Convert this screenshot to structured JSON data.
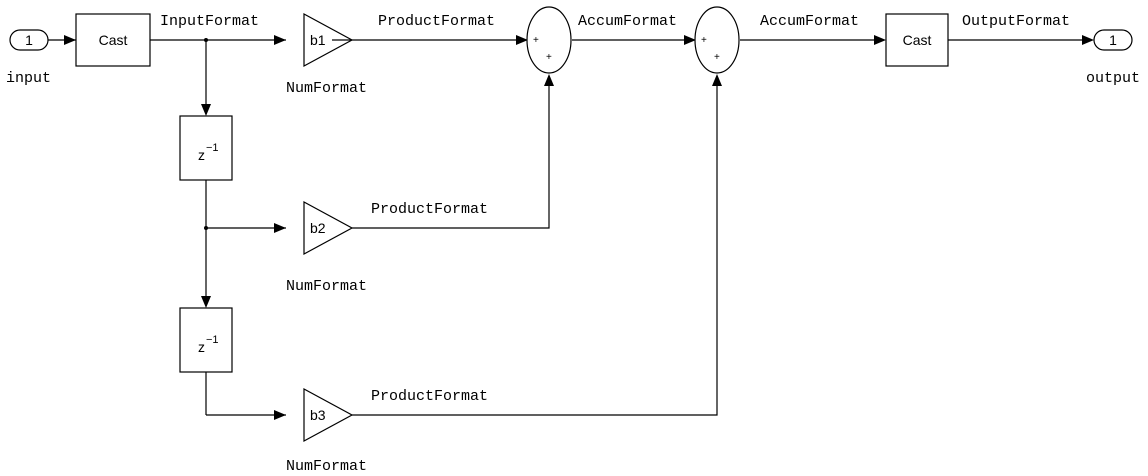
{
  "inport": {
    "number": "1",
    "label": "input"
  },
  "outport": {
    "number": "1",
    "label": "output"
  },
  "cast_in": {
    "label": "Cast"
  },
  "cast_out": {
    "label": "Cast"
  },
  "signals": {
    "input_format": "InputFormat",
    "product_format_1": "ProductFormat",
    "product_format_2": "ProductFormat",
    "product_format_3": "ProductFormat",
    "accum_format_1": "AccumFormat",
    "accum_format_2": "AccumFormat",
    "output_format": "OutputFormat"
  },
  "gains": [
    {
      "label": "b1",
      "param": "NumFormat"
    },
    {
      "label": "b2",
      "param": "NumFormat"
    },
    {
      "label": "b3",
      "param": "NumFormat"
    }
  ],
  "delays": [
    {
      "base": "z",
      "exponent": "−1"
    },
    {
      "base": "z",
      "exponent": "−1"
    }
  ],
  "sums": [
    {
      "sign_a": "+",
      "sign_b": "+"
    },
    {
      "sign_a": "+",
      "sign_b": "+"
    }
  ]
}
